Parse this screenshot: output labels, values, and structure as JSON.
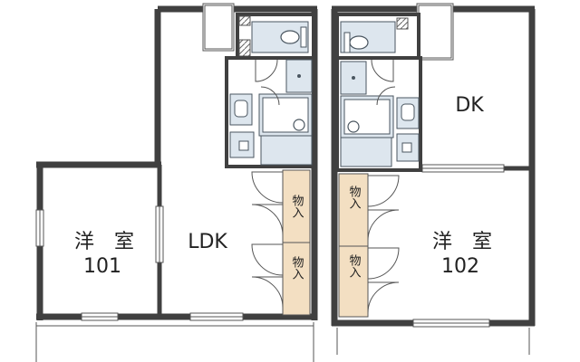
{
  "unit_101": {
    "room_label": "洋　室",
    "room_number": "101",
    "ldk_label": "LDK",
    "storage_upper": "物入",
    "storage_lower": "物入"
  },
  "unit_102": {
    "dk_label": "DK",
    "room_label": "洋　室",
    "room_number": "102",
    "storage_upper": "物入",
    "storage_lower": "物入"
  },
  "colors": {
    "wall": "#404040",
    "fixture_fill": "#dde6ee",
    "fixture_stroke": "#4a5660",
    "storage_fill": "#f3dfc2",
    "door_line": "#555555"
  }
}
